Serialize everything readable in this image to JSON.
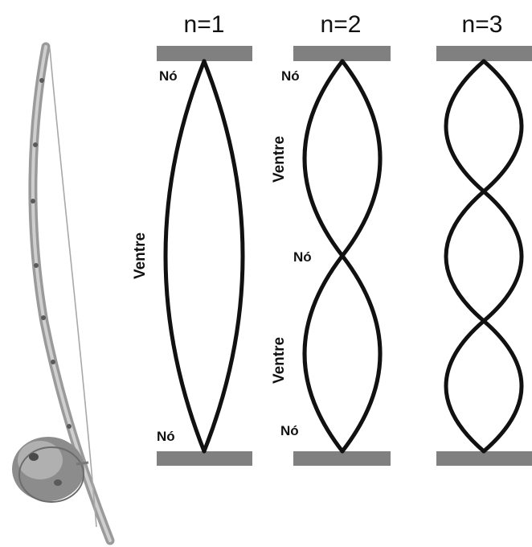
{
  "modes": [
    {
      "title": "n=1",
      "node_top": "Nó",
      "node_bottom": "Nó",
      "ventre": "Ventre"
    },
    {
      "title": "n=2",
      "node_top": "Nó",
      "node_middle": "Nó",
      "node_bottom": "Nó",
      "ventre_top": "Ventre",
      "ventre_bottom": "Ventre"
    },
    {
      "title": "n=3"
    }
  ],
  "colors": {
    "support": "#808080",
    "string": "#111111",
    "instrument_wood": "#9a9a9a",
    "instrument_gourd": "#8c8c8c"
  },
  "instrument_icon": "berimbau-icon"
}
